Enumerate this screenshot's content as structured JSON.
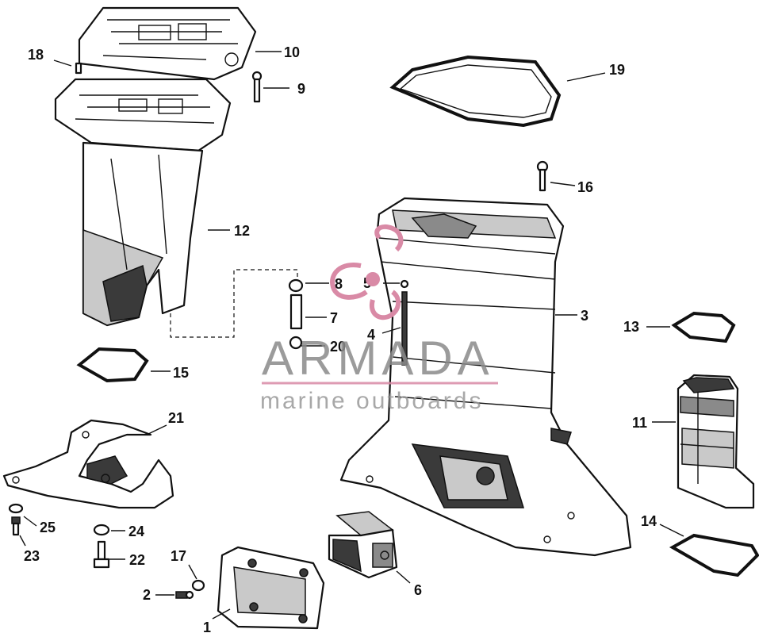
{
  "watermark": {
    "brand": "ARMADA",
    "tagline": "marine outboards",
    "accent_color": "#d98aa6",
    "text_color": "#8a8a8a"
  },
  "callouts": {
    "c1": "1",
    "c2": "2",
    "c3": "3",
    "c4": "4",
    "c5": "5",
    "c6": "6",
    "c7": "7",
    "c8": "8",
    "c9": "9",
    "c10": "10",
    "c11": "11",
    "c12": "12",
    "c13": "13",
    "c14": "14",
    "c15": "15",
    "c16": "16",
    "c17": "17",
    "c18": "18",
    "c19": "19",
    "c20": "20",
    "c21": "21",
    "c22": "22",
    "c23": "23",
    "c24": "24",
    "c25": "25"
  }
}
